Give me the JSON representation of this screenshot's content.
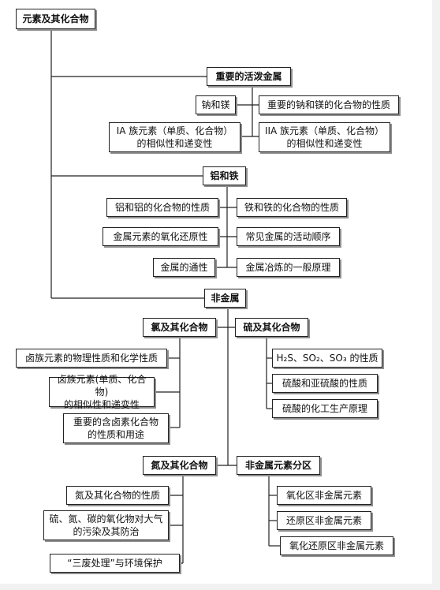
{
  "diagram": {
    "root": "元素及其化合物",
    "active_metals": {
      "title": "重要的活泼金属",
      "na_mg": "钠和镁",
      "na_mg_compounds": "重要的钠和镁的化合物的性质",
      "group_ia": "IA 族元素（单质、化合物）\n的相似性和递变性",
      "group_iia": "IIA 族元素（单质、化合物）\n的相似性和递变性"
    },
    "al_fe": {
      "title": "铝和铁",
      "al_compounds": "铝和铝的化合物的性质",
      "fe_compounds": "铁和铁的化合物的性质",
      "redox": "金属元素的氧化还原性",
      "activity": "常见金属的活动顺序",
      "generality": "金属的通性",
      "smelting": "金属冶炼的一般原理"
    },
    "nonmetals": {
      "title": "非金属",
      "halogen_group": {
        "title": "氯及其化合物",
        "items": [
          "卤族元素的物理性质和化学性质",
          "卤族元素(单质、化合物)\n的相似性和递变性",
          "重要的含卤素化合物\n的性质和用途"
        ]
      },
      "sulfur_group": {
        "title": "硫及其化合物",
        "items": [
          "H₂S、SO₂、SO₃ 的性质",
          "硫酸和亚硫酸的性质",
          "硫酸的化工生产原理"
        ]
      },
      "nitrogen_group": {
        "title": "氮及其化合物",
        "items": [
          "氮及其化合物的性质",
          "硫、氮、碳的氧化物对大气\n的污染及其防治",
          "“三废处理”与环境保护"
        ]
      },
      "zones": {
        "title": "非金属元素分区",
        "items": [
          "氧化区非金属元素",
          "还原区非金属元素",
          "氧化还原区非金属元素"
        ]
      }
    }
  }
}
